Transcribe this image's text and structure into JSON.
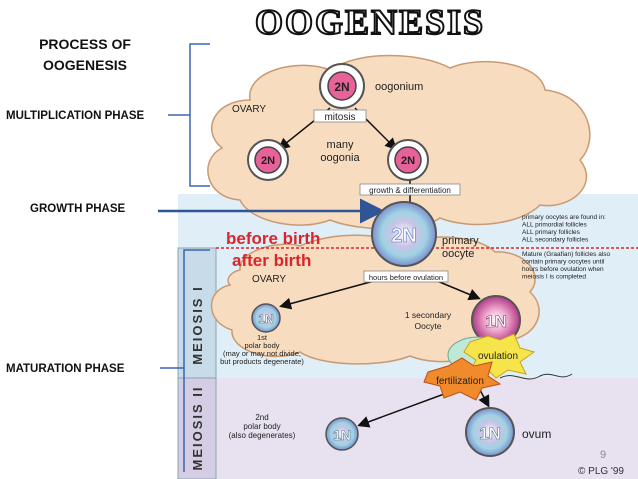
{
  "header": {
    "banner_title": "OOGENESIS"
  },
  "side_labels": {
    "process_title_line1": "PROCESS OF",
    "process_title_line2": "OOGENESIS",
    "multiplication_phase": "MULTIPLICATION PHASE",
    "growth_phase": "GROWTH PHASE",
    "maturation_phase": "MATURATION PHASE"
  },
  "diagram": {
    "ovary_label_top": "OVARY",
    "ovary_label_bottom": "OVARY",
    "oogonium_label": "oogonium",
    "mitosis_label": "mitosis",
    "many_oogonia_line1": "many",
    "many_oogonia_line2": "oogonia",
    "growth_differentiation": "growth & differentiation",
    "before_birth": "before birth",
    "after_birth": "after birth",
    "primary_oocyte_line1": "primary",
    "primary_oocyte_line2": "oocyte",
    "note_top_lines": [
      "primary oocytes are found in:",
      "ALL primordial follicles",
      "ALL primary follicles",
      "ALL secondary follicles"
    ],
    "note_bottom_lines": [
      "Mature (Graafian) follicles also",
      "contain primary oocytes until",
      "hours before ovulation when",
      "meiosis I is completed"
    ],
    "hours_before_ovulation": "hours before ovulation",
    "meiosis_1": "MEIOSIS I",
    "meiosis_2": "MEIOSIS II",
    "first_polar_lines": [
      "1st",
      "polar body",
      "(may or may not divide,",
      "but products degenerate)"
    ],
    "secondary_oocyte_line1": "1 secondary",
    "secondary_oocyte_line2": "Oocyte",
    "ovulation": "ovulation",
    "fertilization": "fertilization",
    "second_polar_lines": [
      "2nd",
      "polar body",
      "(also degenerates)"
    ],
    "ovum": "ovum",
    "copyright": "© PLG '99",
    "page_number": "9",
    "cells": {
      "two_n": "2N",
      "one_n": "1N"
    }
  },
  "colors": {
    "ovary_fill": "#f7dcc0",
    "meiosis1_fill": "#dfeef7",
    "meiosis2_fill": "#e7e1f0",
    "cell_pink": "#e8629a",
    "divider_red": "#d9262c",
    "bracket_blue": "#3a66b0",
    "arrow_blue": "#2f5597"
  }
}
